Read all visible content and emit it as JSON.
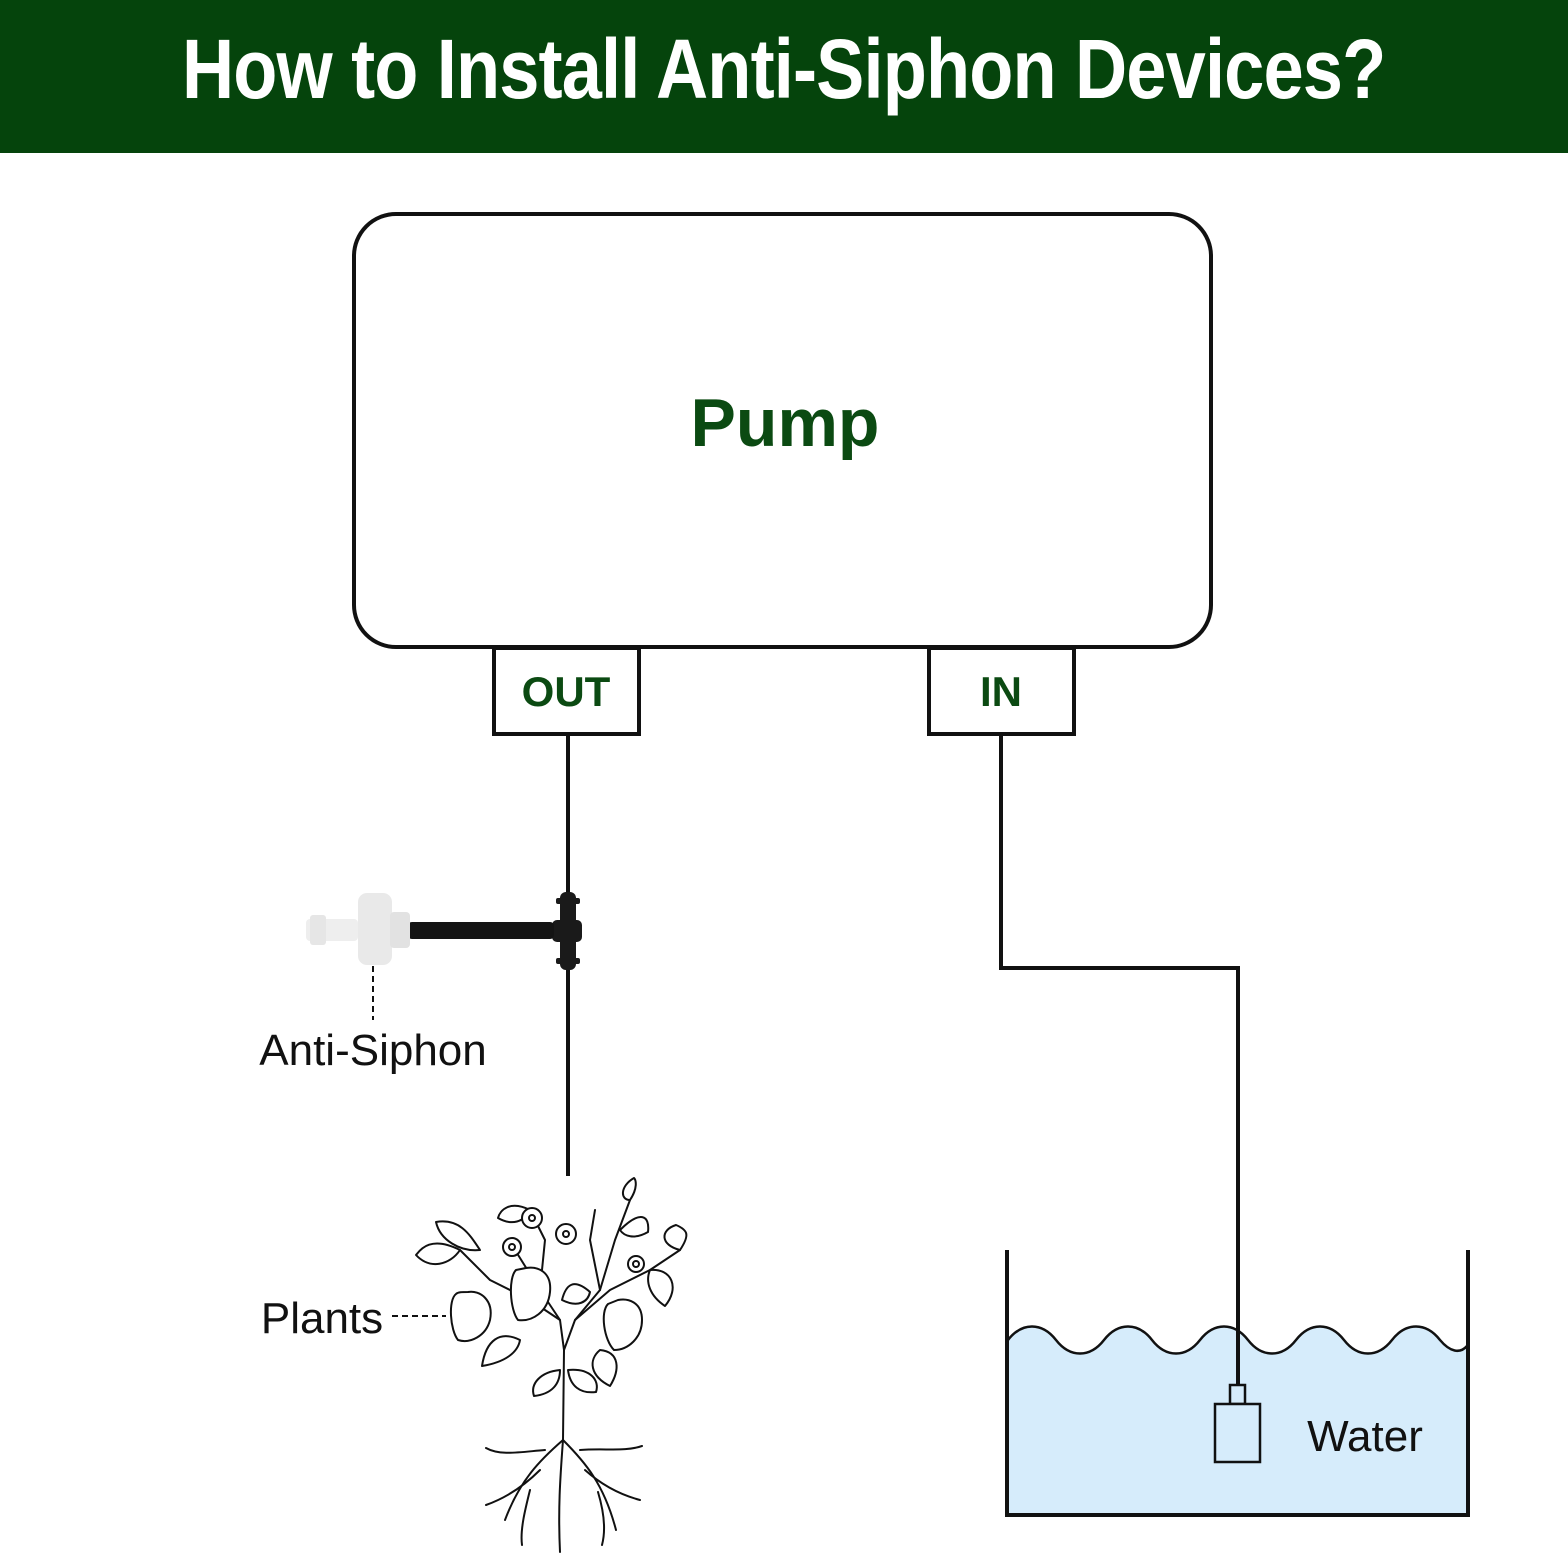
{
  "title": "How to Install Anti-Siphon Devices?",
  "colors": {
    "header_bg": "#05440c",
    "accent_text": "#0b4a12",
    "water": "#d6ecfb",
    "line": "#111111"
  },
  "pump": {
    "label": "Pump"
  },
  "ports": {
    "out": "OUT",
    "in": "IN"
  },
  "labels": {
    "anti_siphon": "Anti-Siphon",
    "plants": "Plants",
    "water": "Water"
  },
  "icons": [
    "anti-siphon-valve-icon",
    "tee-fitting-icon",
    "pepper-plant-icon",
    "pump-filter-icon"
  ]
}
